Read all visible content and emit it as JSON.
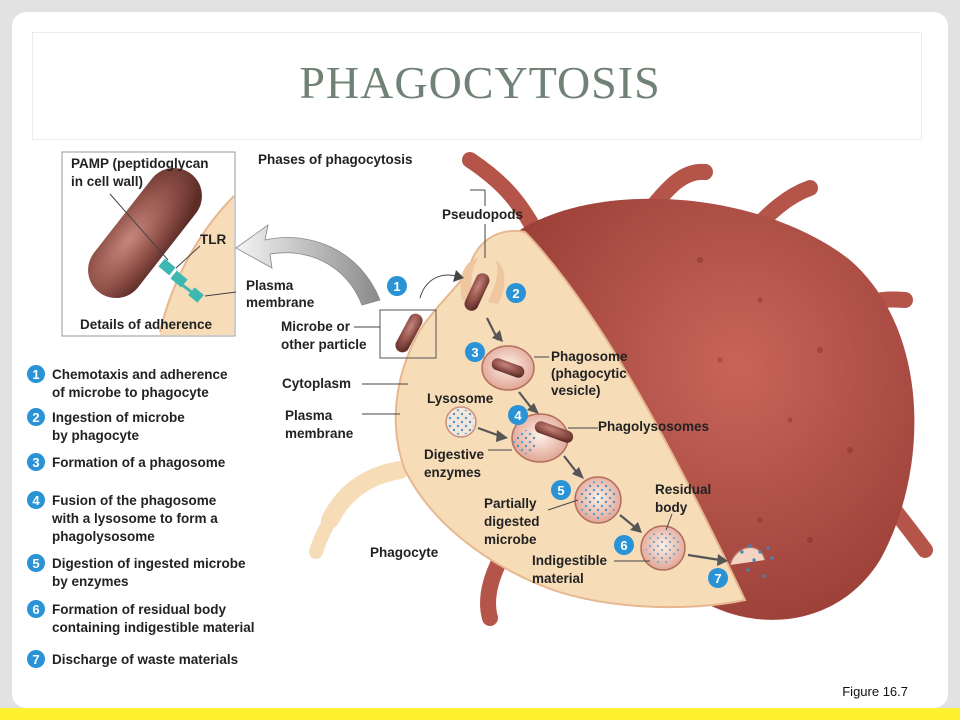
{
  "slide": {
    "title": "PHAGOCYTOSIS",
    "figure_ref": "Figure 16.7"
  },
  "figure": {
    "heading": "Phases of phagocytosis",
    "inset": {
      "pamp_line1": "PAMP (peptidoglycan",
      "pamp_line2": "in cell wall)",
      "tlr": "TLR",
      "plasma_line1": "Plasma",
      "plasma_line2": "membrane",
      "caption": "Details of adherence"
    },
    "labels": {
      "pseudopods": "Pseudopods",
      "microbe_line1": "Microbe or",
      "microbe_line2": "other particle",
      "cytoplasm": "Cytoplasm",
      "plasma_line1": "Plasma",
      "plasma_line2": "membrane",
      "lysosome": "Lysosome",
      "digestive_line1": "Digestive",
      "digestive_line2": "enzymes",
      "phagosome_line1": "Phagosome",
      "phagosome_line2": "(phagocytic",
      "phagosome_line3": "vesicle)",
      "phagolysosomes": "Phagolysosomes",
      "partial_line1": "Partially",
      "partial_line2": "digested",
      "partial_line3": "microbe",
      "residual_line1": "Residual",
      "residual_line2": "body",
      "indigestible_line1": "Indigestible",
      "indigestible_line2": "material",
      "phagocyte": "Phagocyte"
    },
    "steps": [
      {
        "num": "1",
        "line1": "Chemotaxis and adherence",
        "line2": "of microbe to phagocyte",
        "line3": ""
      },
      {
        "num": "2",
        "line1": "Ingestion of microbe",
        "line2": "by phagocyte",
        "line3": ""
      },
      {
        "num": "3",
        "line1": "Formation of a phagosome",
        "line2": "",
        "line3": ""
      },
      {
        "num": "4",
        "line1": "Fusion of the phagosome",
        "line2": "with a lysosome to form a",
        "line3": "phagolysosome"
      },
      {
        "num": "5",
        "line1": "Digestion of ingested microbe",
        "line2": "by enzymes",
        "line3": ""
      },
      {
        "num": "6",
        "line1": "Formation of residual body",
        "line2": "containing indigestible material",
        "line3": ""
      },
      {
        "num": "7",
        "line1": "Discharge of waste materials",
        "line2": "",
        "line3": ""
      }
    ],
    "colors": {
      "cell_body": "#f7dcb8",
      "cell_surface": "#b5554a",
      "microbe": "#8e4f47",
      "badge": "#2a93d5",
      "tlr": "#3cb8b0"
    }
  }
}
